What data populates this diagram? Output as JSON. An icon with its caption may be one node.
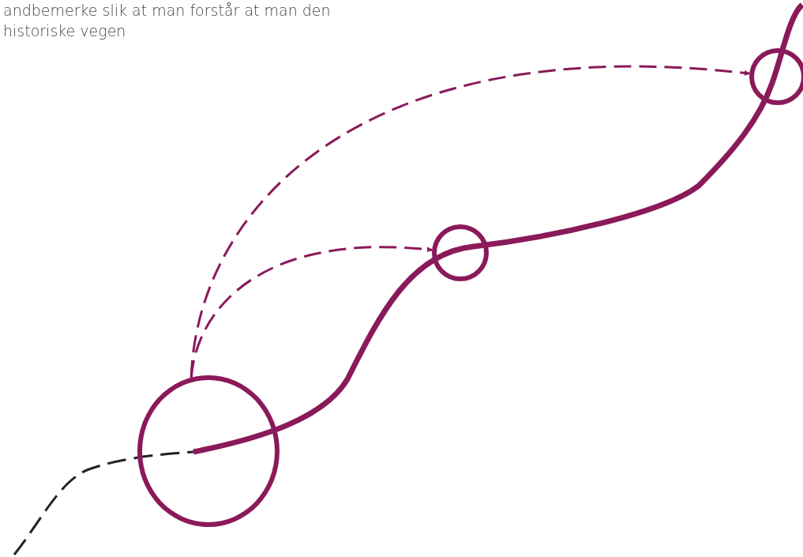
{
  "diagram": {
    "nodes": [
      {
        "text": [],
        "shape": "circle"
      },
      {
        "text": [],
        "shape": "circle"
      },
      {
        "text": [],
        "shape": "circle"
      }
    ],
    "edges": [
      {
        "from": 0,
        "to": 1,
        "arrow": "to",
        "style": "dashed"
      },
      {
        "from": 0,
        "to": 2,
        "arrow": "to",
        "style": "dashed"
      }
    ],
    "labels": [
      "andbemerke slik at man forstår at man den historiske vegen"
    ]
  }
}
